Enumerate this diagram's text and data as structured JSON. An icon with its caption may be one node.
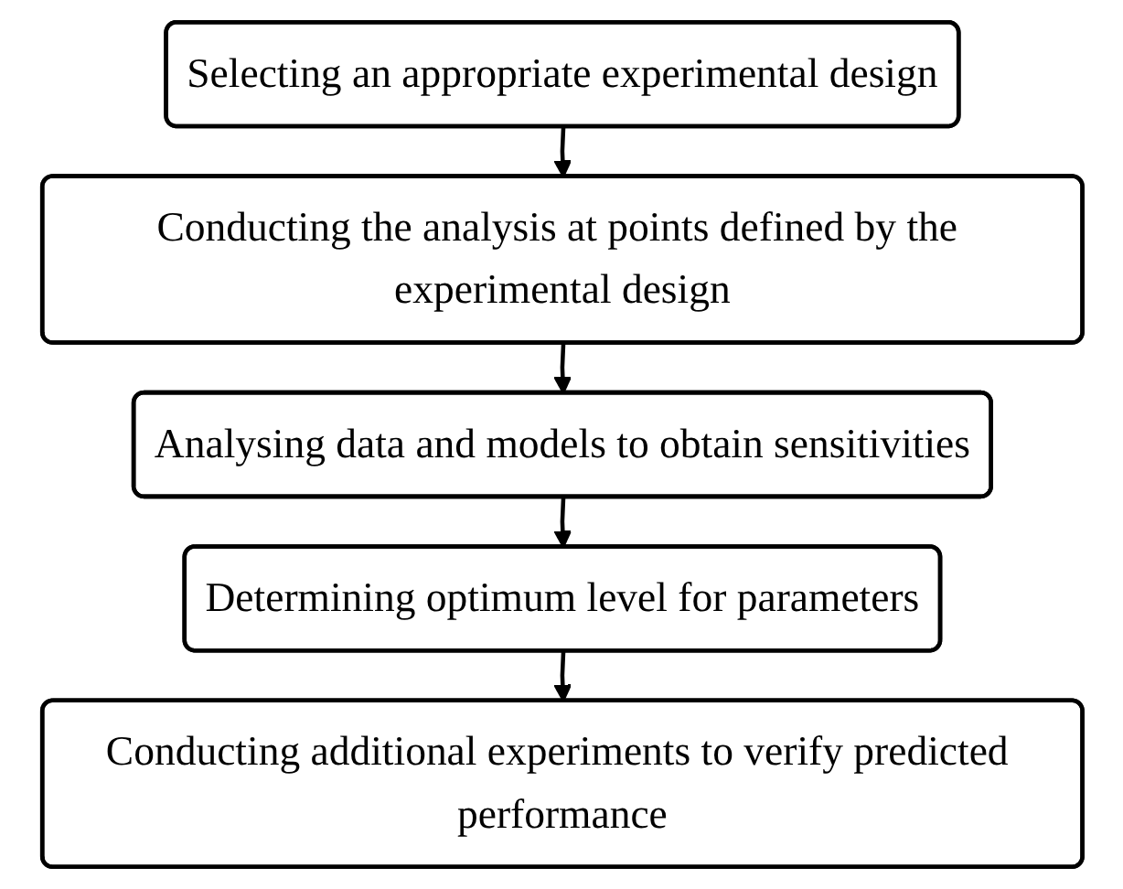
{
  "diagram": {
    "nodes": [
      {
        "text": [
          "Selecting an appropriate experimental design"
        ]
      },
      {
        "text": [
          "Conducting the analysis at points defined by the experimental design"
        ]
      },
      {
        "text": [
          "Analysing data and models to obtain sensitivities"
        ]
      },
      {
        "text": [
          "Determining optimum level for parameters"
        ]
      },
      {
        "text": [
          "Conducting additional experiments to verify predicted performance"
        ]
      }
    ],
    "edges": [
      {
        "from": 0,
        "to": 1,
        "arrow": "to"
      },
      {
        "from": 1,
        "to": 2,
        "arrow": "to"
      },
      {
        "from": 2,
        "to": 3,
        "arrow": "to"
      },
      {
        "from": 3,
        "to": 4,
        "arrow": "to"
      }
    ]
  }
}
